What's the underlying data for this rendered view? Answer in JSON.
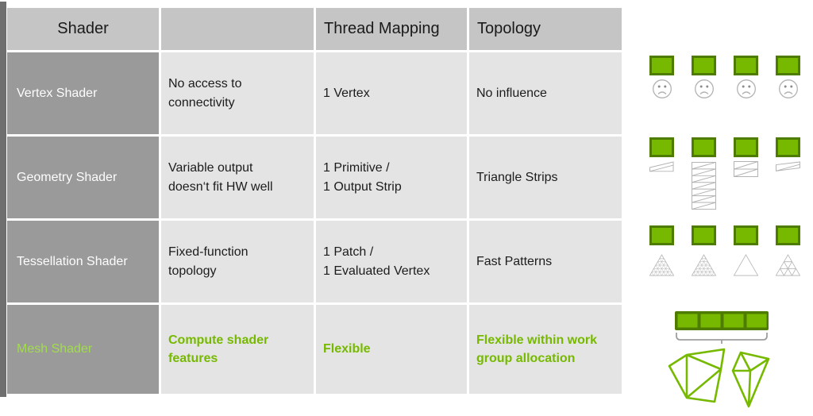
{
  "table": {
    "headers": [
      "Shader",
      "",
      "Thread Mapping",
      "Topology"
    ],
    "rows": [
      {
        "shader": "Vertex Shader",
        "note": "No access to\nconnectivity",
        "thread_mapping": "1 Vertex",
        "topology": "No influence"
      },
      {
        "shader": "Geometry Shader",
        "note": "Variable output\ndoesn‘t fit HW well",
        "thread_mapping": "1 Primitive /\n1 Output Strip",
        "topology": "Triangle Strips"
      },
      {
        "shader": "Tessellation Shader",
        "note": "Fixed-function\ntopology",
        "thread_mapping": "1 Patch /\n1 Evaluated Vertex",
        "topology": "Fast Patterns"
      },
      {
        "shader": "Mesh Shader",
        "note": "Compute shader\nfeatures",
        "thread_mapping": "Flexible",
        "topology": "Flexible within work\ngroup allocation"
      }
    ]
  },
  "graphics": {
    "rows": [
      {
        "for": "Vertex Shader",
        "thread_boxes": 4,
        "icons": [
          "sad-face-icon",
          "sad-face-icon",
          "sad-face-icon",
          "sad-face-icon"
        ]
      },
      {
        "for": "Geometry Shader",
        "thread_boxes": 4,
        "icons": [
          "triangle-strip-short-icon",
          "triangle-strip-long-icon",
          "triangle-strip-medium-icon",
          "triangle-strip-short-icon"
        ]
      },
      {
        "for": "Tessellation Shader",
        "thread_boxes": 4,
        "icons": [
          "dense-tessellated-triangle-icon",
          "dense-tessellated-triangle-icon",
          "plain-triangle-icon",
          "subdivided-triangle-icon"
        ]
      },
      {
        "for": "Mesh Shader",
        "bar_segments": 4,
        "icons": [
          "workgroup-bar-icon",
          "brace-icon",
          "wireframe-mesh-icon",
          "wireframe-mesh-icon"
        ]
      }
    ]
  },
  "colors": {
    "accent_green": "#76b900",
    "accent_green_light": "#a2dc4e",
    "green_border": "#4e7c00",
    "header_bg": "#c5c5c5",
    "row_label_bg": "#9a9a9a",
    "cell_bg": "#e4e4e4",
    "left_strip": "#6f6f6f",
    "outline_gray": "#b3b3b3",
    "brace_gray": "#9e9e9e"
  }
}
